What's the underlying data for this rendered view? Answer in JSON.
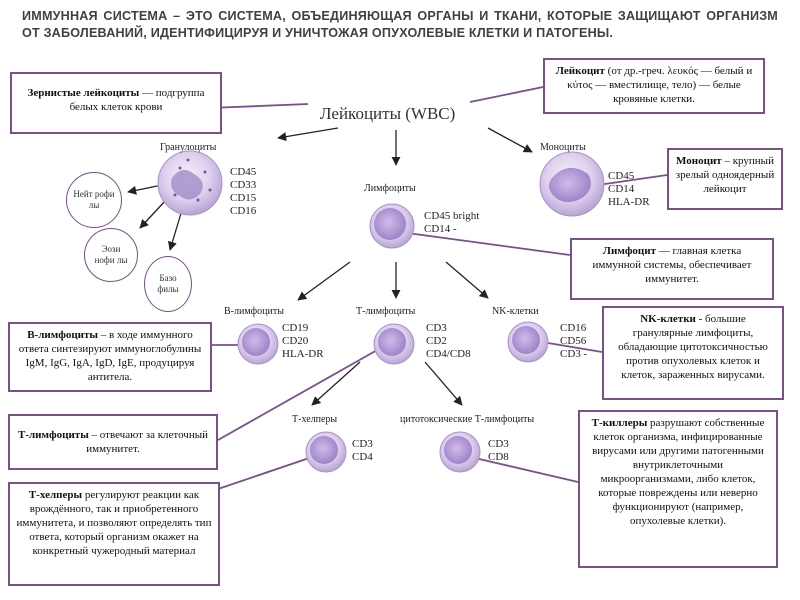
{
  "heading": "ИММУННАЯ СИСТЕМА – ЭТО СИСТЕМА, ОБЪЕДИНЯЮЩАЯ ОРГАНЫ И ТКАНИ, КОТОРЫЕ ЗАЩИЩАЮТ ОРГАНИЗМ ОТ ЗАБОЛЕВАНИЙ, ИДЕНТИФИЦИРУЯ И УНИЧТОЖАЯ ОПУХОЛЕВЫЕ КЛЕТКИ И ПАТОГЕНЫ.",
  "root_label": "Лейкоциты (WBC)",
  "cells": {
    "granulocytes": {
      "title": "Гранулоциты",
      "markers": [
        "CD45",
        "CD33",
        "CD15",
        "CD16"
      ]
    },
    "lymphocytes": {
      "title": "Лимфоциты",
      "markers": [
        "CD45 bright",
        "CD14 -"
      ]
    },
    "monocytes": {
      "title": "Моноциты",
      "markers": [
        "CD45",
        "CD14",
        "HLA-DR"
      ]
    },
    "b_lymph": {
      "title": "В-лимфоциты",
      "markers": [
        "CD19",
        "CD20",
        "HLA-DR"
      ]
    },
    "t_lymph": {
      "title": "Т-лимфоциты",
      "markers": [
        "CD3",
        "CD2",
        "CD4/CD8"
      ]
    },
    "nk": {
      "title": "NK-клетки",
      "markers": [
        "CD16",
        "CD56",
        "CD3 -"
      ]
    },
    "t_helpers": {
      "title": "Т-хелперы",
      "markers": [
        "CD3",
        "CD4"
      ]
    },
    "cytotoxic": {
      "title": "цитотоксические Т-лимфоциты",
      "markers": [
        "CD3",
        "CD8"
      ]
    }
  },
  "granulocyte_types": [
    {
      "id": "neutro",
      "label": "Нейт рофи лы"
    },
    {
      "id": "eosino",
      "label": "Эози нофи лы"
    },
    {
      "id": "baso",
      "label": "Базо филы"
    }
  ],
  "boxes": {
    "granular": {
      "bold": "Зернистые лейкоциты",
      "text": " — подгруппа белых клеток крови"
    },
    "leukocyte": {
      "bold": "Лейкоцит",
      "text": " (от др.-греч. λευκός — белый и κύτος — вместилище, тело) — белые кровяные клетки."
    },
    "monocyte": {
      "bold": "Моноцит",
      "text": " – крупный зрелый одноядерный лейкоцит"
    },
    "lymphocyte": {
      "bold": "Лимфоцит",
      "text": " — главная клетка иммунной системы, обеспечивает иммунитет."
    },
    "b_lymph": {
      "bold": "В-лимфоциты",
      "text": " – в ходе иммунного ответа синтезируют иммуноглобулины IgM, IgG, IgA, IgD, IgE, продуцируя антитела."
    },
    "nk": {
      "bold": "NK-клетки",
      "text": " - большие гранулярные лимфоциты, обладающие цитотоксичностью против опухолевых клеток и клеток, зараженных вирусами."
    },
    "t_lymph": {
      "bold": "Т-лимфоциты",
      "text": " – отвечают за клеточный иммунитет."
    },
    "t_killers": {
      "bold": "Т-киллеры",
      "text": " разрушают собственные клеток организма, инфицированные вирусами или другими патогенными внутриклеточными микроорганизмами, либо клеток, которые повреждены или неверно функционируют (например, опухолевые клетки)."
    },
    "t_helpers": {
      "bold": "Т-хелперы",
      "text": " регулируют реакции как врождённого, так и приобретенного иммунитета, и позволяют определять тип ответа, который организм окажет на конкретный чужеродный материал"
    }
  },
  "colors": {
    "accent": "#7a4f8a",
    "cell_fill": "#d9ccec",
    "heading": "#404040"
  }
}
